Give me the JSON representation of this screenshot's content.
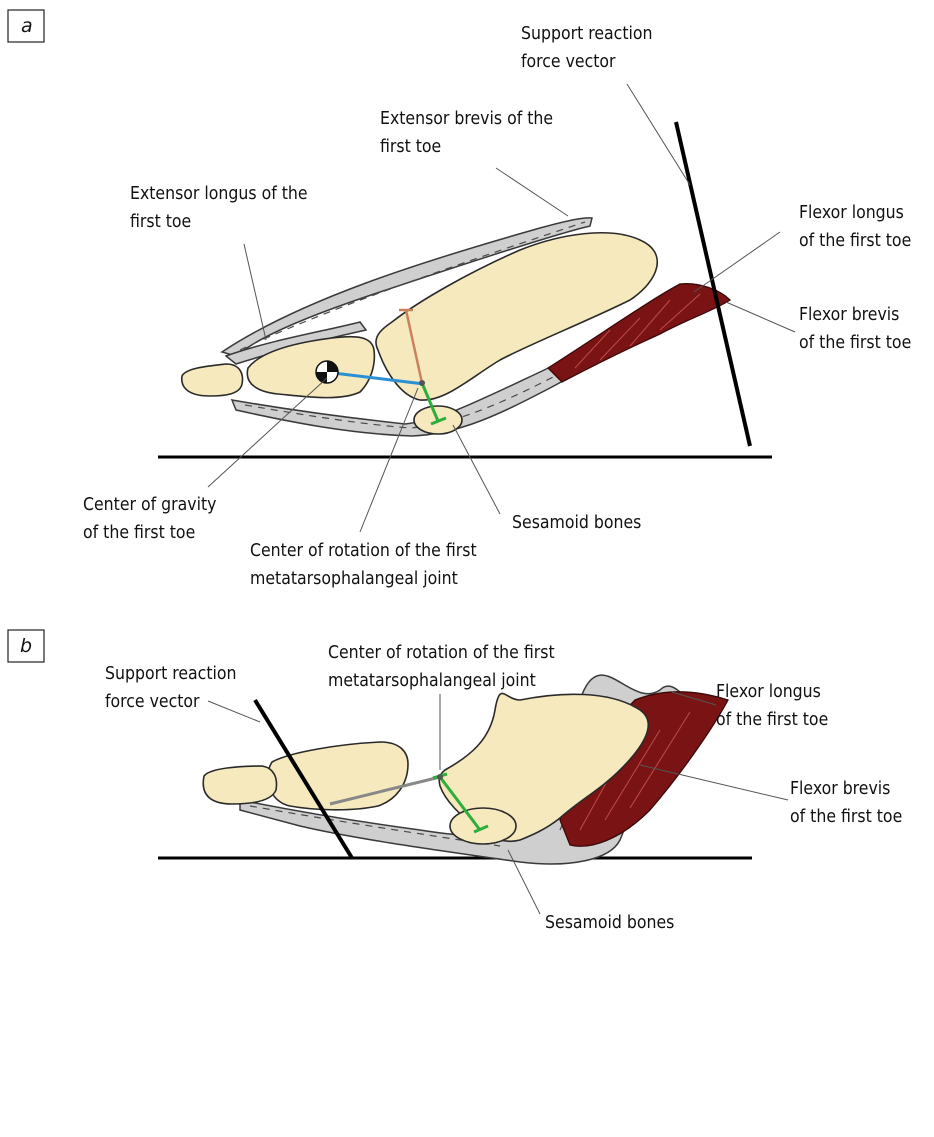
{
  "panel_a": {
    "tag": "a",
    "labels": {
      "support_force_l1": "Support reaction",
      "support_force_l2": "force vector",
      "ext_brevis_l1": "Extensor brevis of the",
      "ext_brevis_l2": "first toe",
      "ext_longus_l1": "Extensor longus of the",
      "ext_longus_l2": "first toe",
      "flex_longus_l1": "Flexor longus",
      "flex_longus_l2": "of the first toe",
      "flex_brevis_l1": "Flexor brevis",
      "flex_brevis_l2": "of the first toe",
      "cog_l1": "Center of gravity",
      "cog_l2": "of the first toe",
      "cor_l1": "Center of rotation of the first",
      "cor_l2": "metatarsophalangeal joint",
      "sesamoid": "Sesamoid bones"
    }
  },
  "panel_b": {
    "tag": "b",
    "labels": {
      "support_force_l1": "Support reaction",
      "support_force_l2": "force vector",
      "cor_l1": "Center of rotation of the first",
      "cor_l2": "metatarsophalangeal joint",
      "flex_longus_l1": "Flexor longus",
      "flex_longus_l2": "of the first toe",
      "flex_brevis_l1": "Flexor brevis",
      "flex_brevis_l2": "of the first toe",
      "sesamoid": "Sesamoid bones"
    }
  },
  "colors": {
    "bone": "#f5e9bd",
    "tendon": "#cfcfcf",
    "muscle": "#7a1414",
    "lever_blue": "#2b8fd6",
    "lever_green": "#2cae3a",
    "lever_brown": "#c9825c",
    "lever_gray": "#888888"
  }
}
